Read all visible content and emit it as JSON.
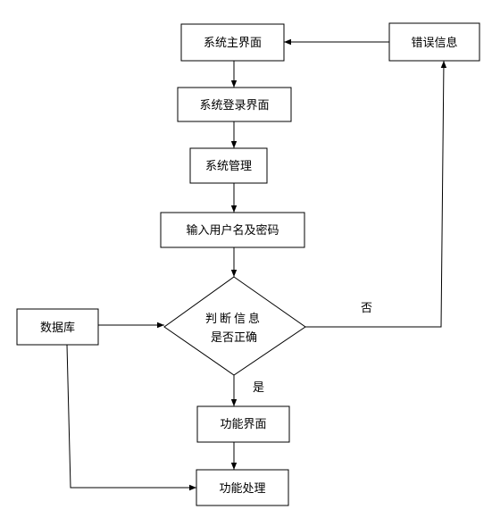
{
  "nodes": {
    "main": "系统主界面",
    "error": "错误信息",
    "login": "系统登录界面",
    "manage": "系统管理",
    "input": "输入用户名及密码",
    "judge_line1": "判断信息",
    "judge_line2": "是否正确",
    "database": "数据库",
    "func_ui": "功能界面",
    "func_proc": "功能处理"
  },
  "edge_labels": {
    "no": "否",
    "yes": "是"
  }
}
